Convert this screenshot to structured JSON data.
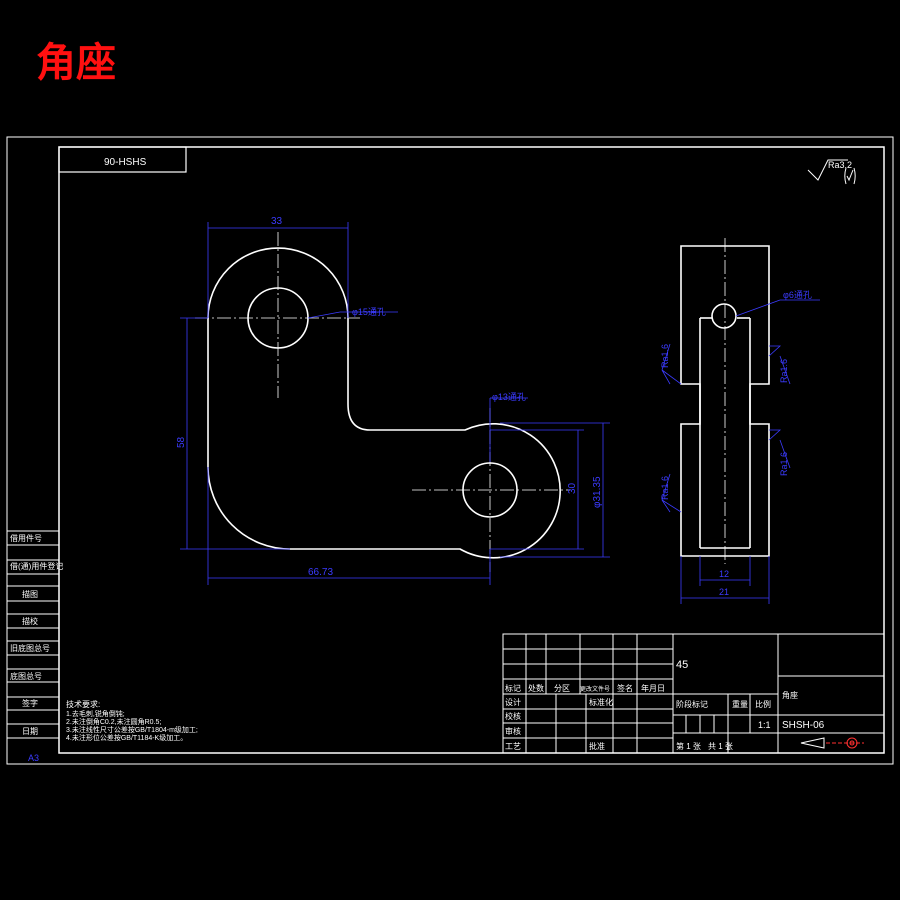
{
  "page_title": "角座",
  "drawing_code_box": "90-HSHS",
  "surface_finish": "Ra3.2",
  "front_view": {
    "dim_top_width": "33",
    "dim_hole_top": "φ15通孔",
    "dim_height": "58",
    "dim_hole_right": "φ13通孔",
    "dim_right_small": "30",
    "dim_right_big": "φ31.35",
    "dim_bottom": "66.73"
  },
  "side_view": {
    "dim_pin": "φ6通孔",
    "rough_1": "Ra1.6",
    "rough_2": "Ra1.6",
    "rough_3": "Ra1.6",
    "rough_4": "Ra1.6",
    "dim_inner": "12",
    "dim_outer": "21"
  },
  "left_column": [
    "借用件号",
    "借(通)用件登记",
    "描图",
    "描校",
    "旧底图总号",
    "底图总号",
    "签字",
    "日期"
  ],
  "sheet_label": "A3",
  "notes": {
    "heading": "技术要求:",
    "lines": [
      "1.去毛刺,锐角倒钝;",
      "2.未注倒角C0.2,未注圆角R0.5;",
      "3.未注线性尺寸公差按GB/T1804-m级加工;",
      "4.未注形位公差按GB/T1184-K级加工。"
    ]
  },
  "title_block": {
    "material": "45",
    "headers": [
      "标记",
      "处数",
      "分区",
      "更改文件号",
      "签名",
      "年月日"
    ],
    "row_design": [
      "设计",
      "标准化"
    ],
    "row_check": "校核",
    "row_review": "审核",
    "row_process": "工艺",
    "row_approve": "批准",
    "stage_headers": [
      "阶段标记",
      "重量",
      "比例"
    ],
    "part_name": "角座",
    "scale": "1:1",
    "drawing_no": "SHSH-06",
    "sheet_count": "共 1 张",
    "sheet_index": "第 1 张"
  }
}
